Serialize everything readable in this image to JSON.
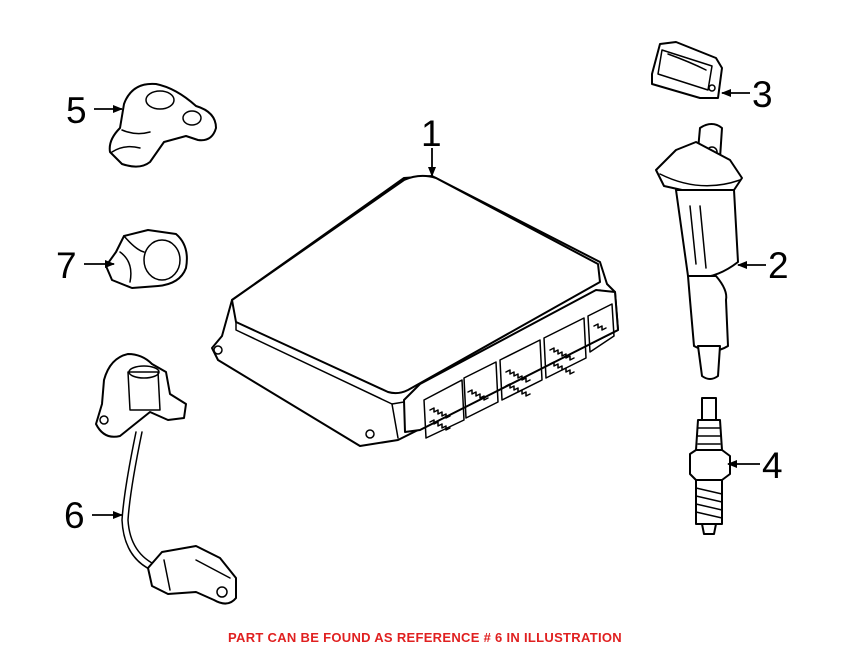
{
  "callouts": {
    "c1": "1",
    "c2": "2",
    "c3": "3",
    "c4": "4",
    "c5": "5",
    "c6": "6",
    "c7": "7"
  },
  "footer": {
    "note": "PART CAN BE FOUND AS REFERENCE # 6 IN ILLUSTRATION"
  },
  "colors": {
    "note_text": "#e02020",
    "line_art": "#000000",
    "background": "#ffffff"
  }
}
